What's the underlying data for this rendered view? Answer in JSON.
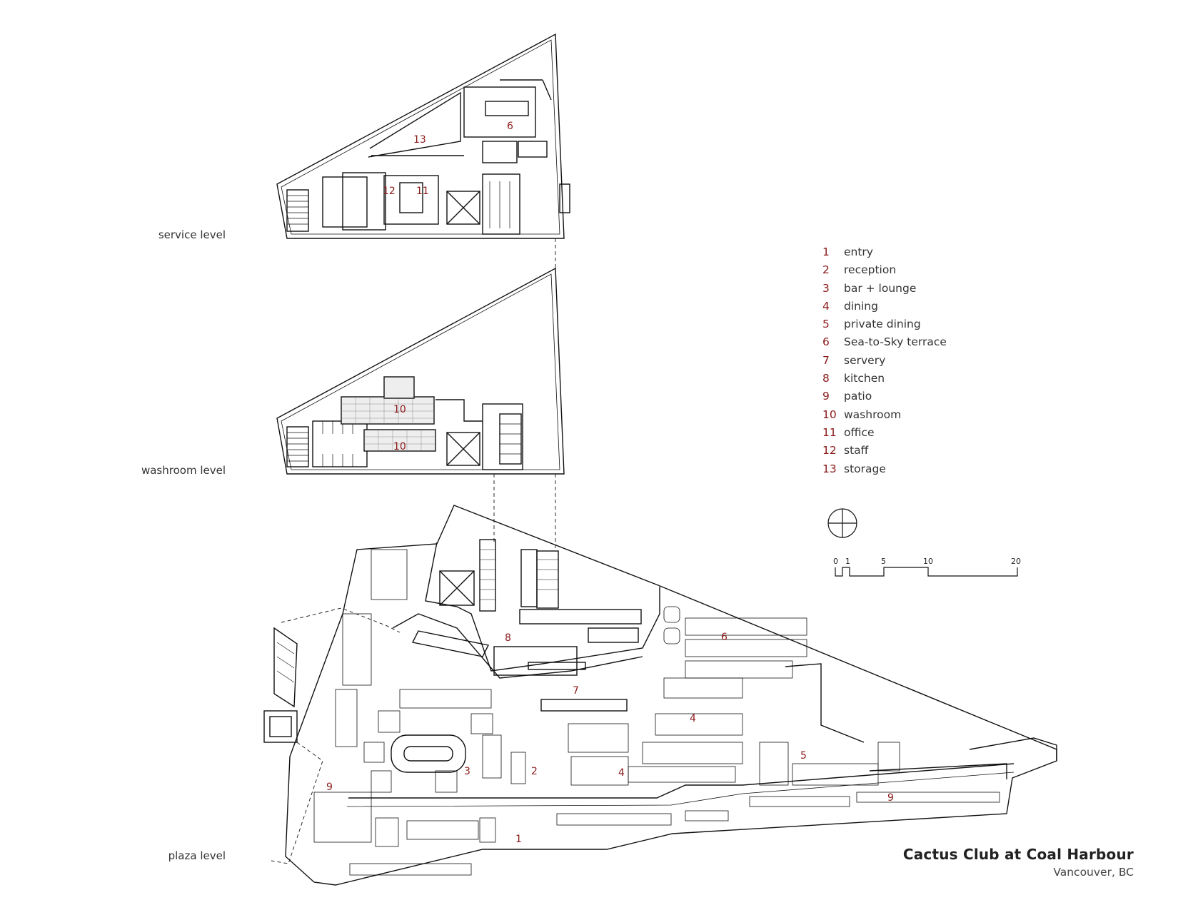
{
  "levels": {
    "service": "service level",
    "washroom": "washroom level",
    "plaza": "plaza level"
  },
  "legend": [
    {
      "num": "1",
      "label": "entry"
    },
    {
      "num": "2",
      "label": "reception"
    },
    {
      "num": "3",
      "label": "bar + lounge"
    },
    {
      "num": "4",
      "label": "dining"
    },
    {
      "num": "5",
      "label": "private dining"
    },
    {
      "num": "6",
      "label": "Sea-to-Sky terrace"
    },
    {
      "num": "7",
      "label": "servery"
    },
    {
      "num": "8",
      "label": "kitchen"
    },
    {
      "num": "9",
      "label": "patio"
    },
    {
      "num": "10",
      "label": "washroom"
    },
    {
      "num": "11",
      "label": "office"
    },
    {
      "num": "12",
      "label": "staff"
    },
    {
      "num": "13",
      "label": "storage"
    }
  ],
  "scale_bar": {
    "ticks": [
      "0",
      "1",
      "5",
      "10",
      "20"
    ]
  },
  "title": "Cactus Club at Coal Harbour",
  "subtitle": "Vancouver, BC",
  "room_labels": {
    "service": [
      "6",
      "13",
      "12",
      "11"
    ],
    "washroom": [
      "10",
      "10"
    ],
    "plaza": [
      "8",
      "6",
      "7",
      "4",
      "4",
      "5",
      "9",
      "3",
      "2",
      "9",
      "1"
    ]
  },
  "colors": {
    "room_number": "#8b1a1a",
    "line": "#111111"
  }
}
